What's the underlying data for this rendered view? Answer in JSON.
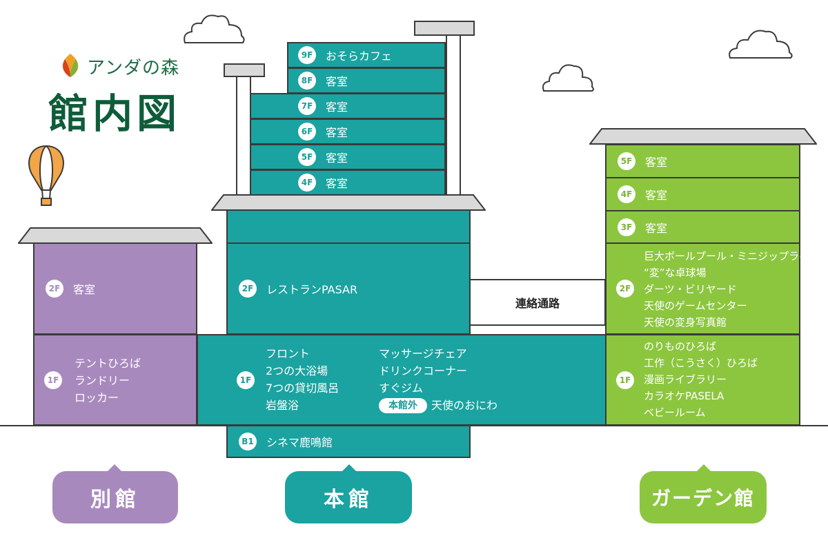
{
  "header": {
    "logo_text": "アンダの森",
    "title": "館内図"
  },
  "colors": {
    "honkan": "#1aa3a0",
    "bekkan": "#a889bd",
    "garden": "#8cc63f",
    "title_green": "#0f5c3a"
  },
  "honkan": {
    "name": "本館",
    "tower": [
      {
        "floor": "9F",
        "label": "おそらカフェ"
      },
      {
        "floor": "8F",
        "label": "客室"
      },
      {
        "floor": "7F",
        "label": "客室"
      },
      {
        "floor": "6F",
        "label": "客室"
      },
      {
        "floor": "5F",
        "label": "客室"
      },
      {
        "floor": "4F",
        "label": "客室"
      }
    ],
    "f2": {
      "floor": "2F",
      "label": "レストランPASAR"
    },
    "f1": {
      "floor": "1F",
      "col1": [
        "フロント",
        "2つの大浴場",
        "7つの貸切風呂",
        "岩盤浴"
      ],
      "col2": [
        "マッサージチェア",
        "ドリンクコーナー",
        "すぐジム"
      ],
      "outside_tag": "本館外",
      "outside_label": "天使のおにわ"
    },
    "b1": {
      "floor": "B1",
      "label": "シネマ鹿鳴館"
    }
  },
  "corridor": {
    "label": "連絡通路"
  },
  "bekkan": {
    "name": "別館",
    "f2": {
      "floor": "2F",
      "label": "客室"
    },
    "f1": {
      "floor": "1F",
      "items": [
        "テントひろば",
        "ランドリー",
        "ロッカー"
      ]
    }
  },
  "garden": {
    "name": "ガーデン館",
    "upper": [
      {
        "floor": "5F",
        "label": "客室"
      },
      {
        "floor": "4F",
        "label": "客室"
      },
      {
        "floor": "3F",
        "label": "客室"
      }
    ],
    "f2": {
      "floor": "2F",
      "items": [
        "巨大ボールプール・ミニジップライン",
        "“変”な卓球場",
        "ダーツ・ビリヤード",
        "天使のゲームセンター",
        "天使の変身写真館"
      ]
    },
    "f1": {
      "floor": "1F",
      "items": [
        "のりものひろば",
        "工作（こうさく）ひろば",
        "漫画ライブラリー",
        "カラオケPASELA",
        "ベビールーム"
      ]
    }
  }
}
